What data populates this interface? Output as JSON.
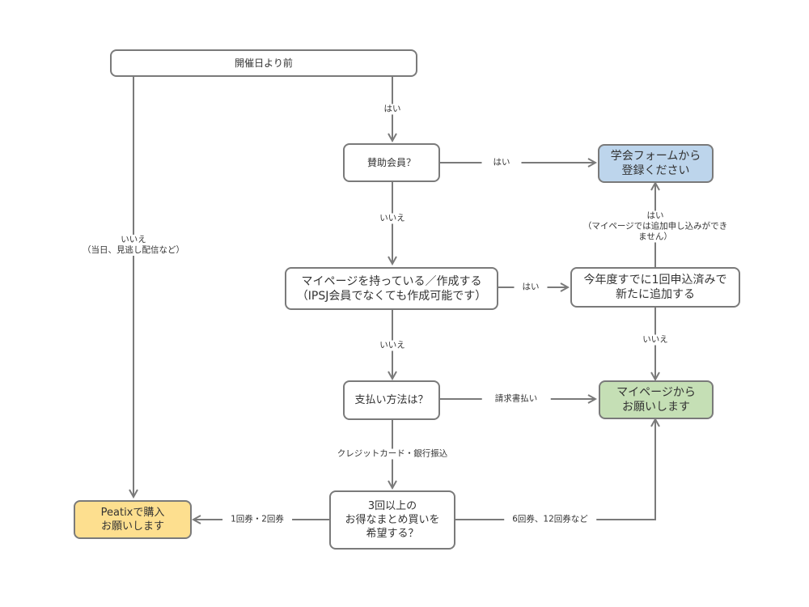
{
  "colors": {
    "stroke": "#7a7a7a",
    "blue_fill": "#bdd5ec",
    "green_fill": "#c5dfb5",
    "yellow_fill": "#fddf8f",
    "white_fill": "#ffffff"
  },
  "nodes": {
    "start": "開催日より前",
    "supporting_member": "賛助会員？",
    "society_form": "学会フォームから\n登録ください",
    "mypage_q": "マイページを持っている／作成する\n（IPSJ会員でなくても作成可能です）",
    "already_applied": "今年度すでに1回申込済みで\n新たに追加する",
    "payment_method": "支払い方法は？",
    "mypage_request": "マイページから\nお願いします",
    "bulk_purchase": "3回以上の\nお得なまとめ買いを\n希望する？",
    "peatix": "Peatixで購入\nお願いします"
  },
  "edges": {
    "start_yes": "はい",
    "start_no": "いいえ\n（当日、見逃し配信など）",
    "supporting_yes": "はい",
    "supporting_no": "いいえ",
    "mypage_yes": "はい",
    "mypage_no": "いいえ",
    "already_yes": "はい\n（マイページでは追加申し込みができません）",
    "already_no": "いいえ",
    "payment_invoice": "請求書払い",
    "payment_card_bank": "クレジットカード・銀行振込",
    "bulk_small": "1回券・2回券",
    "bulk_large": "6回券、12回券など"
  }
}
